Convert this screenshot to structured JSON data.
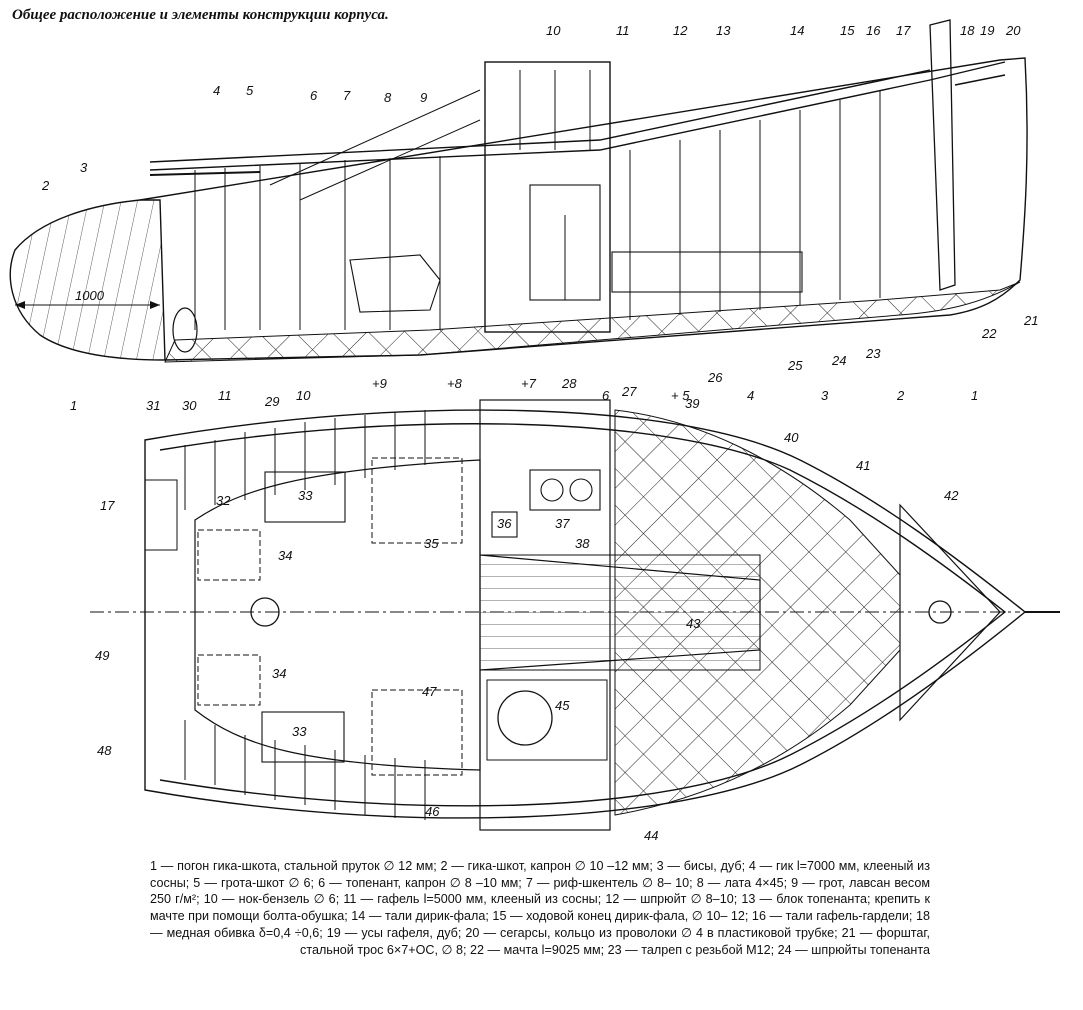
{
  "title": "Общее расположение и элементы конструкции корпуса.",
  "dimension_label": "1000",
  "profile_callouts": [
    "1",
    "2",
    "3",
    "4",
    "5",
    "6",
    "7",
    "8",
    "9",
    "10",
    "11",
    "12",
    "13",
    "14",
    "15",
    "16",
    "17",
    "18",
    "19",
    "20",
    "21",
    "22",
    "23",
    "24",
    "25",
    "26",
    "27",
    "28",
    "29",
    "30",
    "31"
  ],
  "stations": [
    "11",
    "10",
    "+9",
    "+8",
    "+7",
    "6",
    "+ 5",
    "4",
    "3",
    "2",
    "1"
  ],
  "plan_callouts": [
    "17",
    "32",
    "33",
    "34",
    "35",
    "36",
    "37",
    "38",
    "39",
    "40",
    "41",
    "42",
    "43",
    "34",
    "33",
    "45",
    "47",
    "46",
    "44",
    "48",
    "49"
  ],
  "legend_text": "1 — погон гика-шкота, стальной пруток ∅ 12 мм; 2 — гика-шкот, капрон ∅ 10 –12 мм; 3 — бисы, дуб; 4 — гик l=7000 мм, клееный из сосны; 5 — грота-шкот ∅ 6; 6 — топенант, капрон ∅ 8 –10 мм; 7 — риф-шкентель ∅ 8– 10; 8 — лата 4×45; 9 — грот, лавсан весом 250 г/м²; 10 — нок-бензель ∅ 6; 11 — гафель l=5000 мм, клееный из сосны; 12 — шпрюйт ∅ 8–10; 13 — блок топенанта; крепить к мачте при помощи болта-обушка; 14 — тали дирик-фала; 15 — ходовой конец дирик-фала, ∅ 10– 12; 16 — тали гафель-гардели; 18 — медная обивка δ=0,4 ÷0,6; 19 — усы гафеля, дуб; 20 — сегарсы, кольцо из проволоки ∅ 4 в пластиковой трубке; 21 — форштаг, стальной трос 6×7+ОС, ∅ 8; 22 — мачта l=9025 мм; 23 — талреп с резьбой М12; 24 — шпрюйты топенанта"
}
